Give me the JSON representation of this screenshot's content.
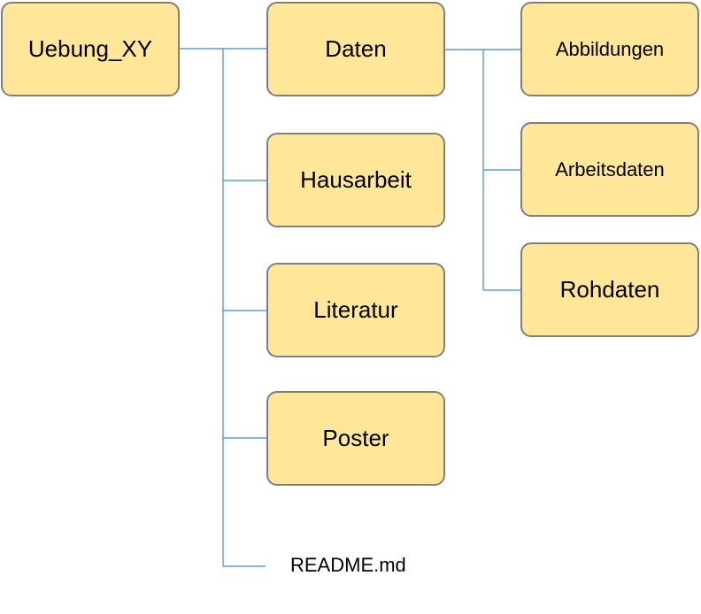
{
  "tree": {
    "root": {
      "label": "Uebung_XY"
    },
    "folders": {
      "daten": {
        "label": "Daten"
      },
      "hausarbeit": {
        "label": "Hausarbeit"
      },
      "literatur": {
        "label": "Literatur"
      },
      "poster": {
        "label": "Poster"
      }
    },
    "subfolders": {
      "abbildungen": {
        "label": "Abbildungen"
      },
      "arbeitsdaten": {
        "label": "Arbeitsdaten"
      },
      "rohdaten": {
        "label": "Rohdaten"
      }
    },
    "files": {
      "readme": {
        "label": "README.md"
      }
    }
  },
  "colors": {
    "node_fill": "#FFE699",
    "node_border": "#7F7F7F",
    "connector": "#5B9BD5"
  }
}
